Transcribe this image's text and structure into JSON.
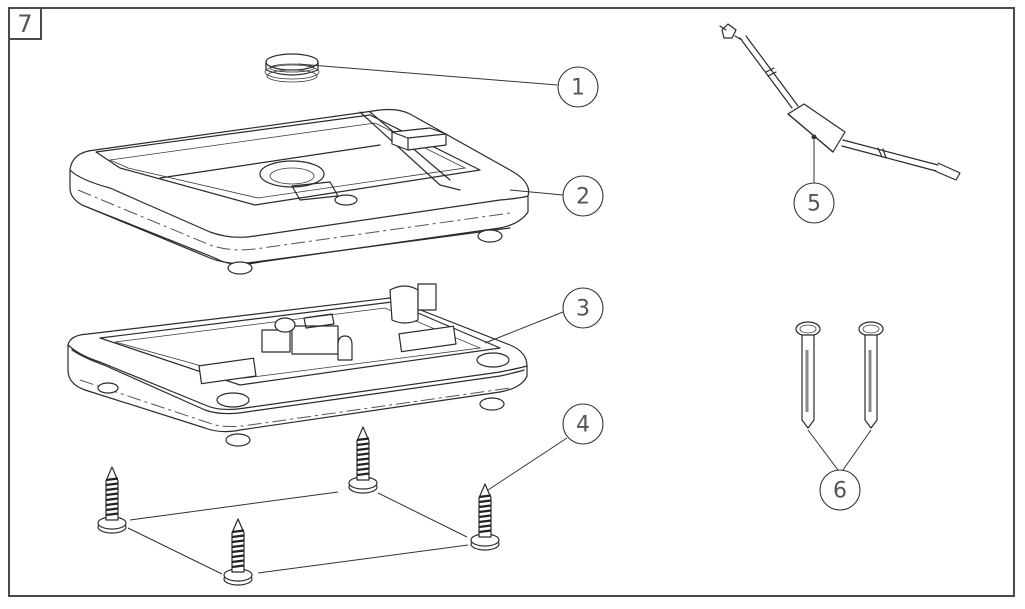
{
  "sheet": {
    "number": "7"
  },
  "callouts": [
    {
      "id": "1",
      "label": "1",
      "part": "rubber-plug"
    },
    {
      "id": "2",
      "label": "2",
      "part": "top-cover"
    },
    {
      "id": "3",
      "label": "3",
      "part": "base-with-pcb"
    },
    {
      "id": "4",
      "label": "4",
      "part": "screws"
    },
    {
      "id": "5",
      "label": "5",
      "part": "power-cable-with-adapter"
    },
    {
      "id": "6",
      "label": "6",
      "part": "mounting-pins"
    }
  ],
  "colors": {
    "line": "#2b2b2b",
    "frame": "#4a4a4a",
    "label": "#555555",
    "background": "#ffffff"
  }
}
